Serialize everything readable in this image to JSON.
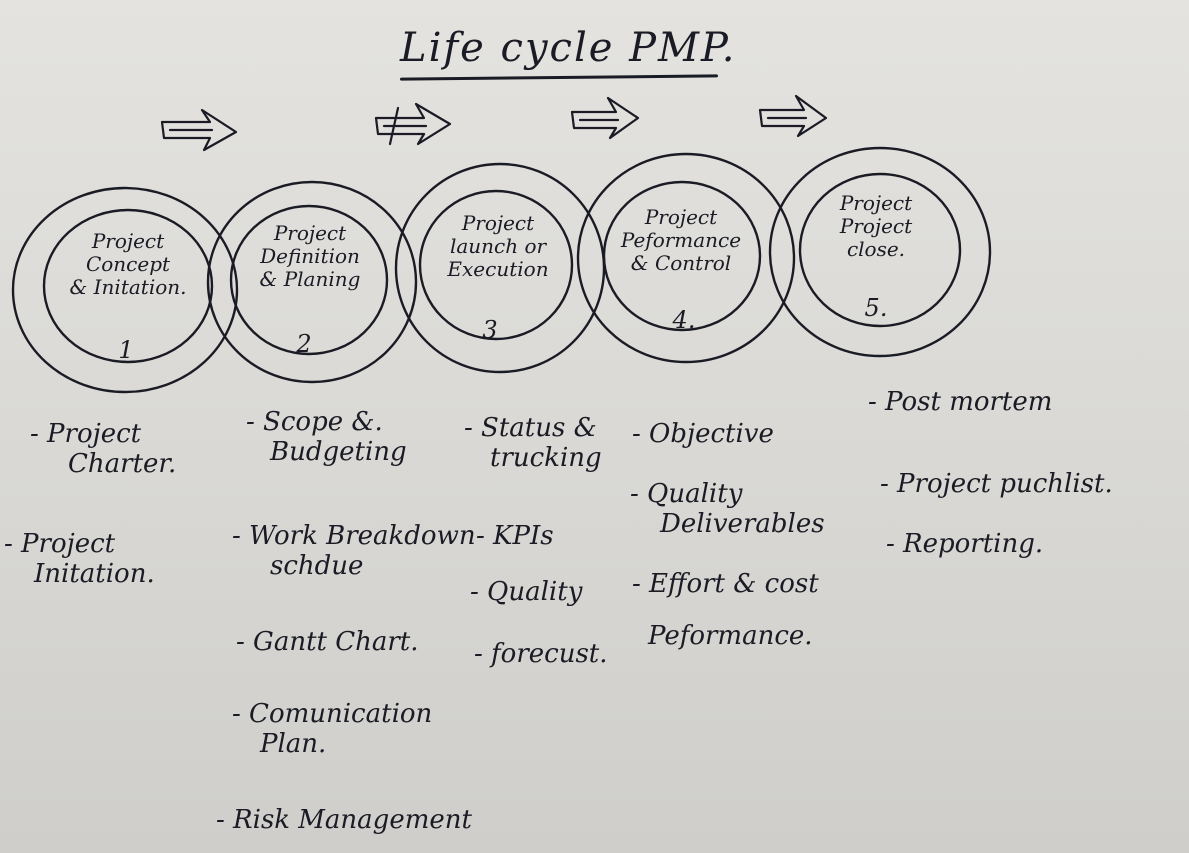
{
  "title": "Life cycle PMP.",
  "phases": [
    {
      "lines": [
        "Project",
        "Concept",
        "& Initation."
      ],
      "number": "1"
    },
    {
      "lines": [
        "Project",
        "Definition",
        "& Planing"
      ],
      "number": "2"
    },
    {
      "lines": [
        "Project",
        "launch or",
        "Execution"
      ],
      "number": "3"
    },
    {
      "lines": [
        "Project",
        "Peformance",
        "& Control"
      ],
      "number": "4."
    },
    {
      "lines": [
        "Project",
        "Project",
        "close."
      ],
      "number": "5."
    }
  ],
  "activities": {
    "phase1": [
      [
        "- Project",
        "Charter."
      ],
      [
        "- Project",
        "Initation."
      ]
    ],
    "phase2": [
      [
        "- Scope &.",
        "Budgeting"
      ],
      [
        "- Work Breakdown",
        "schdue"
      ],
      [
        "- Gantt Chart."
      ],
      [
        "- Comunication",
        "Plan."
      ],
      [
        "- Risk Management"
      ]
    ],
    "phase3": [
      [
        "- Status &",
        "trucking"
      ],
      [
        "- KPIs"
      ],
      [
        "- Quality"
      ],
      [
        "- forecust."
      ]
    ],
    "phase4": [
      [
        "- Objective"
      ],
      [
        "- Quality",
        "Deliverables"
      ],
      [
        "- Effort & cost",
        "Peformance."
      ]
    ],
    "phase5": [
      [
        "- Post mortem"
      ],
      [
        "- Project puchlist."
      ],
      [
        "- Reporting."
      ]
    ]
  },
  "colors": {
    "ink": "#1a1b24",
    "paper": "#dcdbd7"
  },
  "icons": [
    "double-arrow-icon",
    "double-arrow-icon",
    "double-arrow-icon",
    "double-arrow-icon"
  ]
}
